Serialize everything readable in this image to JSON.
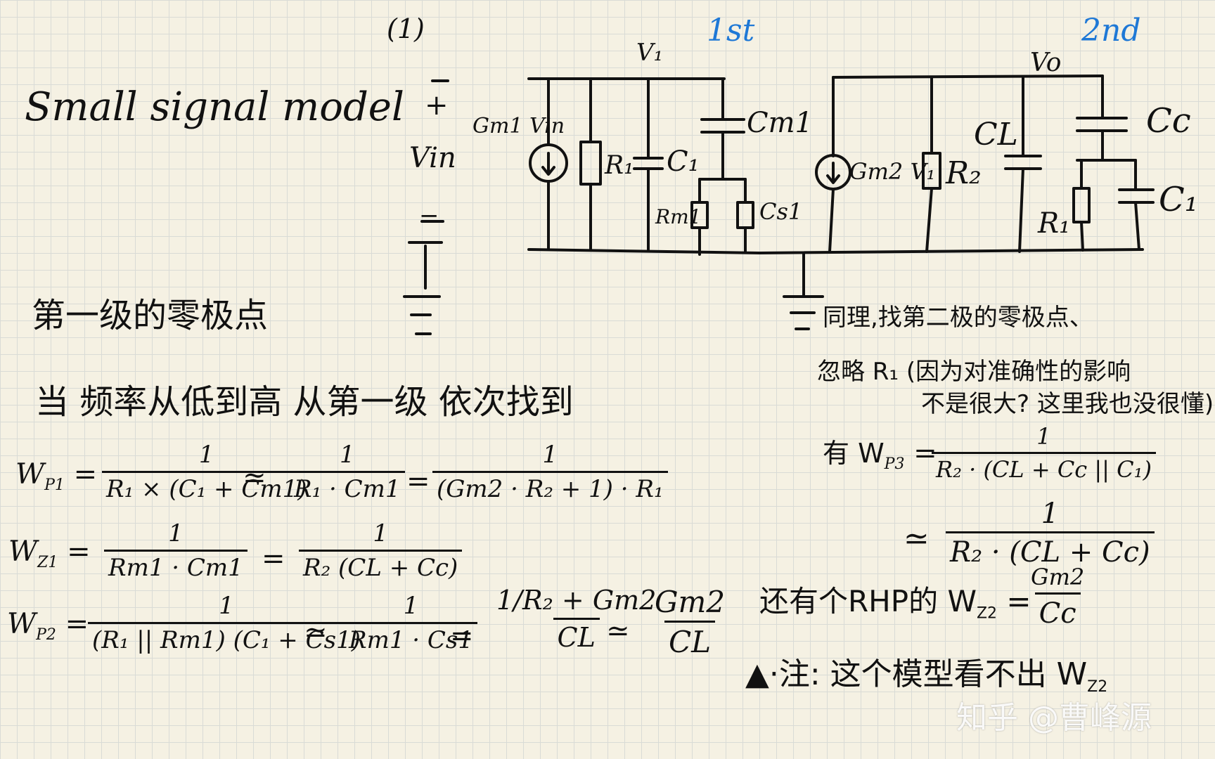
{
  "labels": {
    "part": "(1)",
    "stage1": "1st",
    "stage2": "2nd",
    "v1_node": "V₁",
    "vo_node": "Vo",
    "title": "Small signal model"
  },
  "source": {
    "plus": "+",
    "vin": "Vin",
    "minus": "−"
  },
  "circuit1": {
    "src": "Gm1 Vin",
    "r1": "R₁",
    "c1": "C₁",
    "cm1": "Cm1",
    "rm1": "Rm1",
    "cs1": "Cs1"
  },
  "circuit2": {
    "src": "Gm2 V₁",
    "r2": "R₂",
    "cl": "CL",
    "cc": "Cc",
    "r1": "R₁",
    "c1": "C₁"
  },
  "notes": {
    "stage1_heading": "第一级的零极点",
    "freq_line": "当 频率从低到高 从第一级 依次找到",
    "stage2_heading": "同理,找第二极的零极点、",
    "ignore_1": "忽略 R₁ (因为对准确性的影响",
    "ignore_2": "不是很大? 这里我也没很懂)",
    "rhp_prefix": "还有个RHP的 W",
    "rhp_sub": "Z2",
    "note_prefix": "▲·注: 这个模型看不出 W",
    "note_sub": "Z2"
  },
  "equations": {
    "wp1": {
      "lhs": "W",
      "sub": "P1",
      "f1_num": "1",
      "f1_den": "R₁ × (C₁ + Cm1)",
      "approx": "≃",
      "f2_num": "1",
      "f2_den": "R₁ · Cm1",
      "eq": "=",
      "f3_num": "1",
      "f3_den": "(Gm2 · R₂ + 1) · R₁"
    },
    "wz1": {
      "lhs": "W",
      "sub": "Z1",
      "f1_num": "1",
      "f1_den": "Rm1 · Cm1",
      "eq": "=",
      "f2_num": "1",
      "f2_den": "R₂ (CL + Cc)"
    },
    "wp2": {
      "lhs": "W",
      "sub": "P2",
      "f1_num": "1",
      "f1_den": "(R₁ || Rm1) (C₁ + Cs1)",
      "approx": "≃",
      "f2_num": "1",
      "f2_den": "Rm1 · Cs1",
      "eq": "=",
      "f3_num": "1/R₂ + Gm2",
      "f3_den": "CL",
      "approx2": "≃",
      "f4_num": "Gm2",
      "f4_den": "CL"
    },
    "wp3": {
      "prefix": "有 W",
      "sub": "P3",
      "f1_num": "1",
      "f1_den": "R₂ · (CL + Cc || C₁)",
      "approx": "≃",
      "f2_num": "1",
      "f2_den": "R₂ · (CL + Cc)"
    },
    "wz2": {
      "f_num": "Gm2",
      "f_den": "Cc"
    }
  },
  "watermark": "知乎 @曹峰源",
  "colors": {
    "ink": "#111111",
    "accent": "#1e78d6",
    "paper": "#f5f1e3"
  }
}
